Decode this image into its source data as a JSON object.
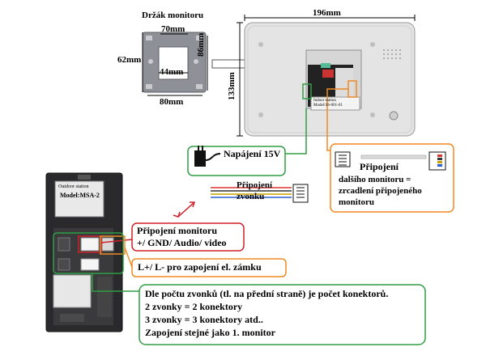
{
  "bracket": {
    "title": "Držák monitoru",
    "dim_top": "70mm",
    "dim_inner": "44mm",
    "dim_left": "62mm",
    "dim_right": "86mm",
    "dim_bottom": "80mm"
  },
  "monitor": {
    "dim_width": "196mm",
    "dim_height": "133mm",
    "sticker_text": "Indoor station",
    "model_text": "Model:SS-001-01"
  },
  "outdoor_station": {
    "sticker_text": "Outdoor station",
    "model_text": "Model:MSA-2"
  },
  "callouts": {
    "power": "Napájení 15V",
    "bell_connection_line1": "Připojení",
    "bell_connection_line2": "zvonku",
    "next_monitor_line1": "Připojení",
    "next_monitor_line2": "dalšího monitoru =",
    "next_monitor_line3": "zrcadlení připojeného",
    "next_monitor_line4": "monitoru",
    "monitor_connection_line1": "Připojení monitoru",
    "monitor_connection_line2": "+/ GND/ Audio/ video",
    "lock": "L+/ L- pro zapojení el. zámku",
    "bells_line1": "Dle počtu zvonků (tl. na přední straně) je počet konektorů.",
    "bells_line2": "2 zvonky = 2 konektory",
    "bells_line3": "3 zvonky = 3 konektory atd..",
    "bells_line4": "Zapojení stejné jako 1. monitor"
  },
  "colors": {
    "green": "#2e9e44",
    "red": "#d0202a",
    "orange": "#f08a24",
    "device_dark": "#2a2a2c",
    "monitor_body": "#e4e4e4"
  }
}
